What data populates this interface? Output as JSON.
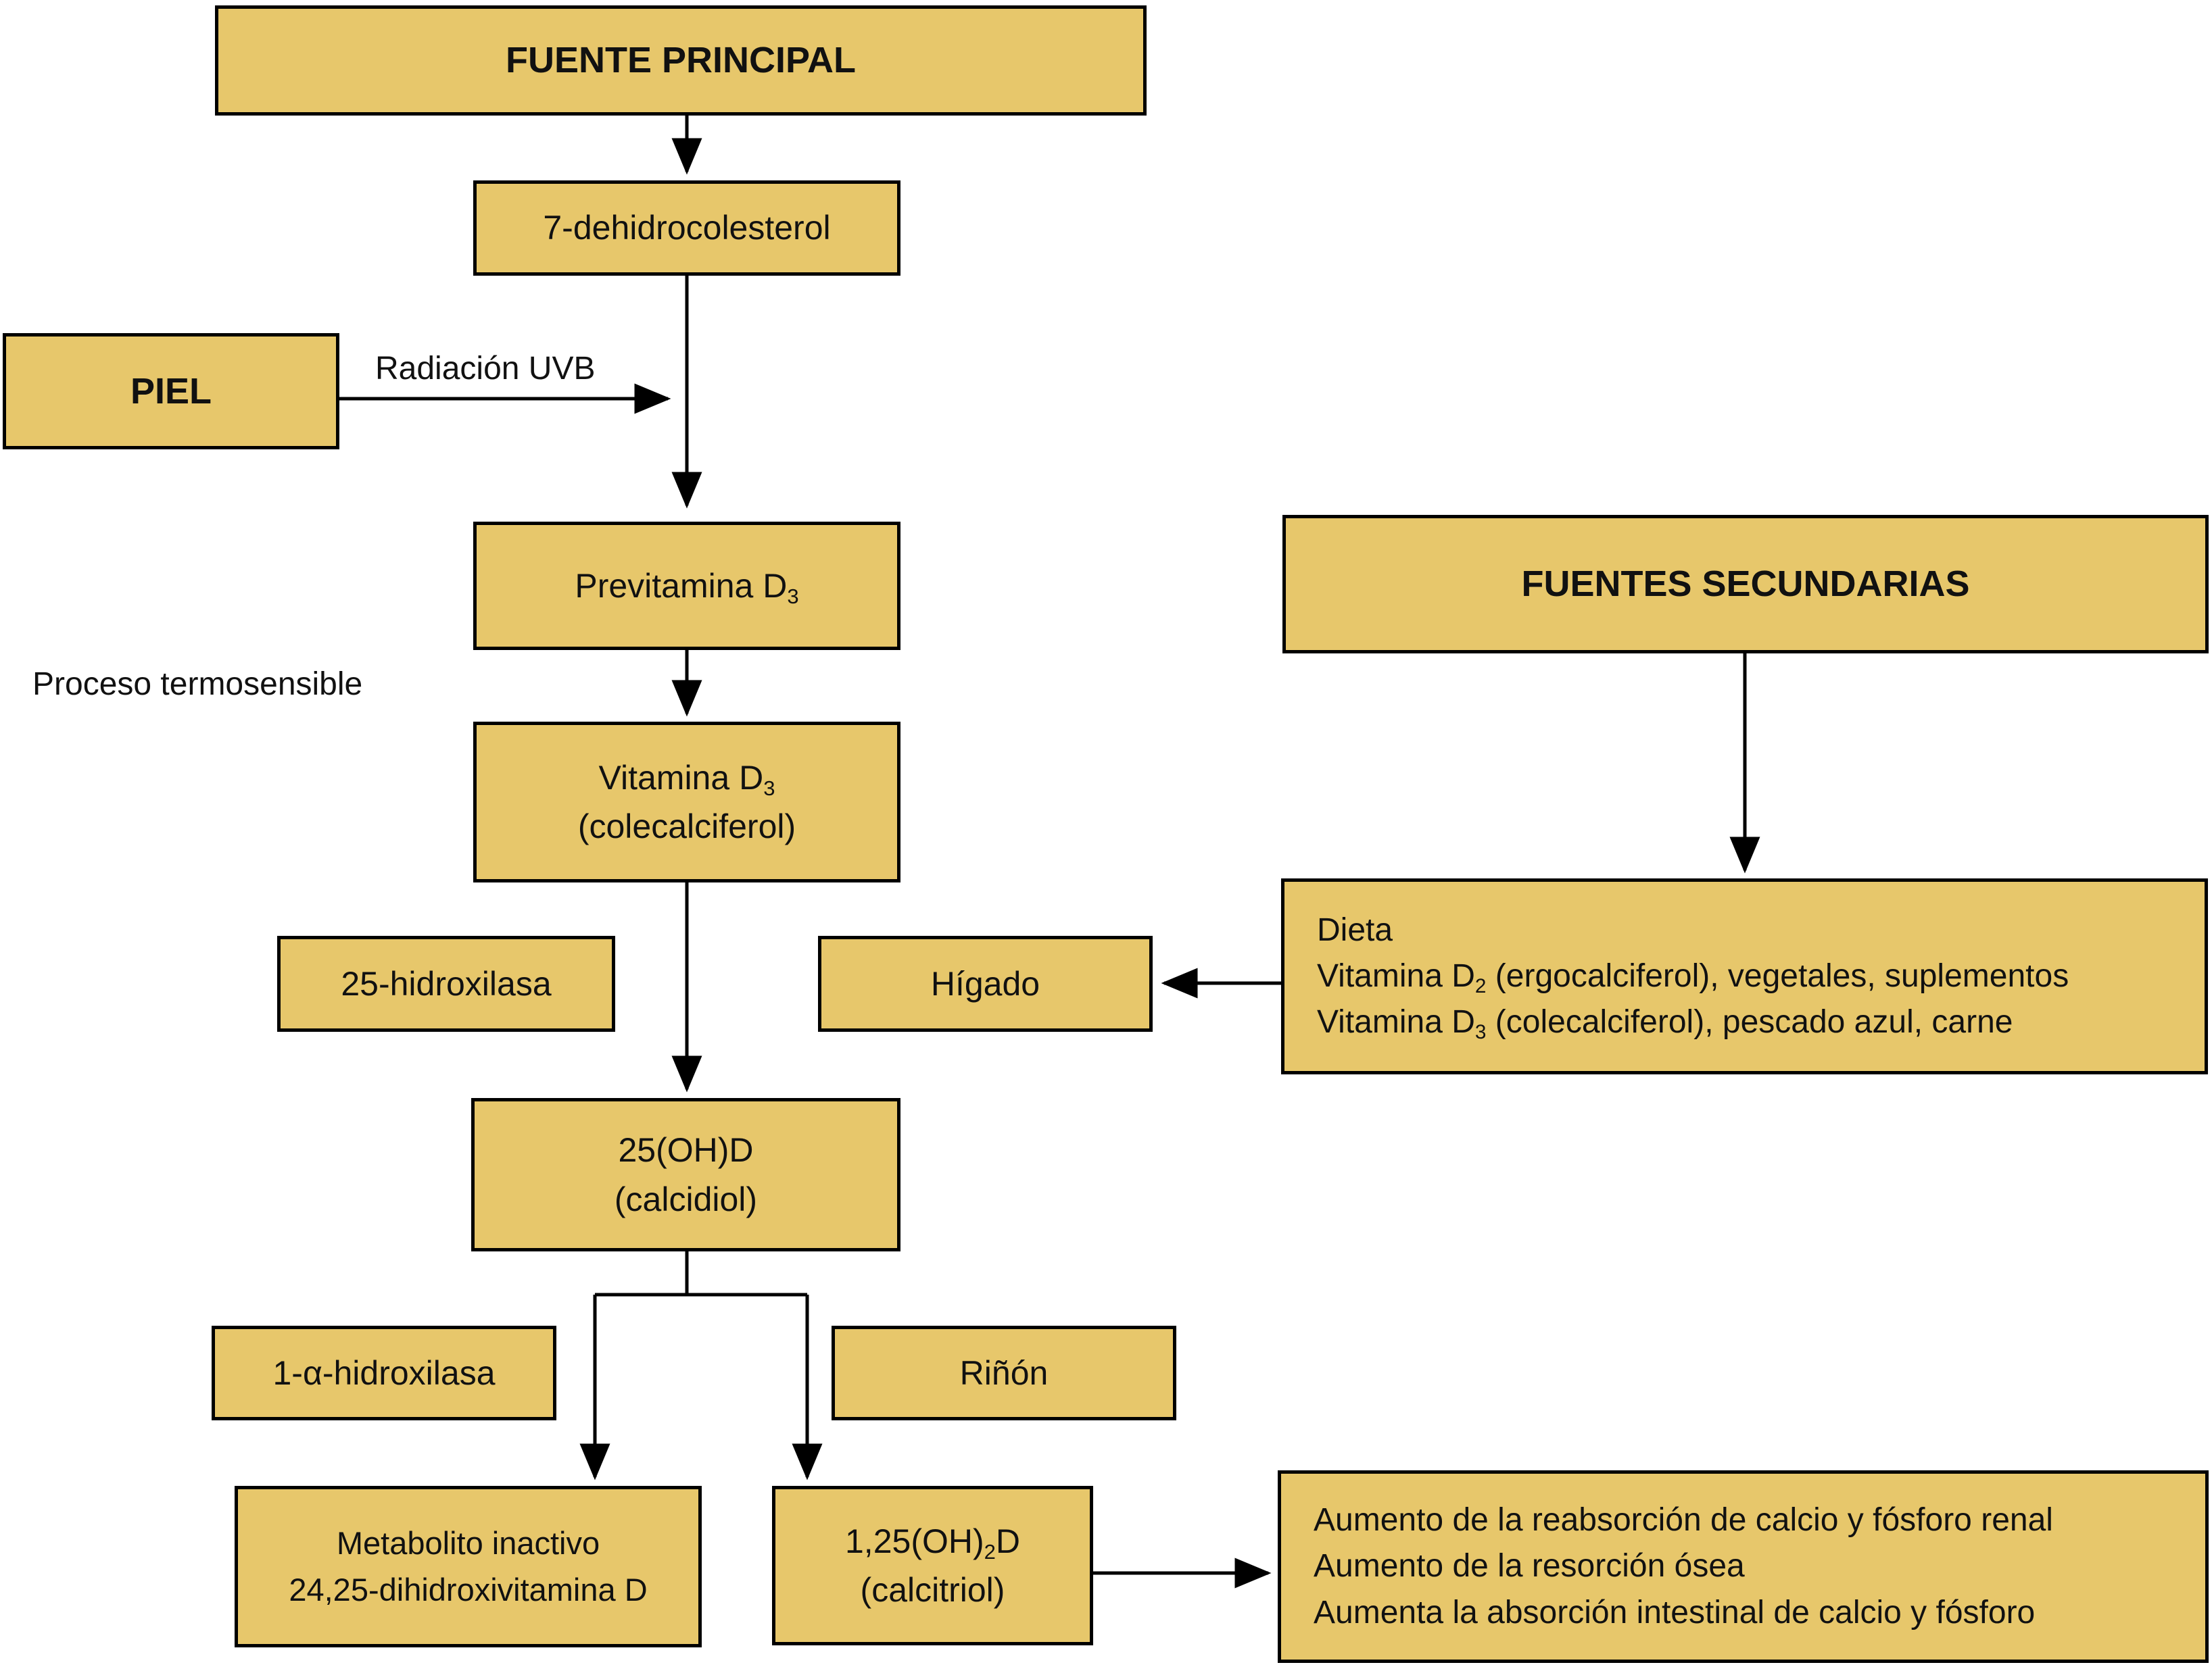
{
  "colors": {
    "box_fill": "#E7C76B",
    "box_border": "#000000",
    "arrow": "#000000",
    "text": "#111111",
    "background": "#FFFFFF"
  },
  "nodes": {
    "fuente_principal": {
      "label": "FUENTE PRINCIPAL"
    },
    "dehidrocolesterol": {
      "label": "7-dehidrocolesterol"
    },
    "piel": {
      "label": "PIEL"
    },
    "previtamina": {
      "base": "Previtamina D",
      "sub": "3"
    },
    "vitamina": {
      "base": "Vitamina D",
      "sub": "3",
      "line2": "(colecalciferol)"
    },
    "hidroxilasa_25": {
      "label": "25-hidroxilasa"
    },
    "higado": {
      "label": "Hígado"
    },
    "fuentes_secundarias": {
      "label": "FUENTES SECUNDARIAS"
    },
    "dieta": {
      "line1": "Dieta",
      "line2_base": "Vitamina D",
      "line2_sub": "2",
      "line2_rest": " (ergocalciferol), vegetales, suplementos",
      "line3_base": "Vitamina D",
      "line3_sub": "3",
      "line3_rest": " (colecalciferol), pescado azul, carne"
    },
    "calcidiol": {
      "line1": "25(OH)D",
      "line2": "(calcidiol)"
    },
    "alfa_hidroxilasa": {
      "label": "1-α-hidroxilasa"
    },
    "rinon": {
      "label": "Riñón"
    },
    "metabolito": {
      "line1": "Metabolito inactivo",
      "line2": "24,25-dihidroxivitamina D"
    },
    "calcitriol": {
      "base": "1,25(OH)",
      "sub": "2",
      "after": "D",
      "line2": "(calcitriol)"
    },
    "efectos": {
      "line1": "Aumento de la reabsorción de calcio y fósforo renal",
      "line2": "Aumento de la resorción ósea",
      "line3": "Aumenta la absorción intestinal de calcio y fósforo"
    }
  },
  "labels": {
    "radiacion_uvb": "Radiación UVB",
    "proceso_termosensible": "Proceso termosensible"
  }
}
